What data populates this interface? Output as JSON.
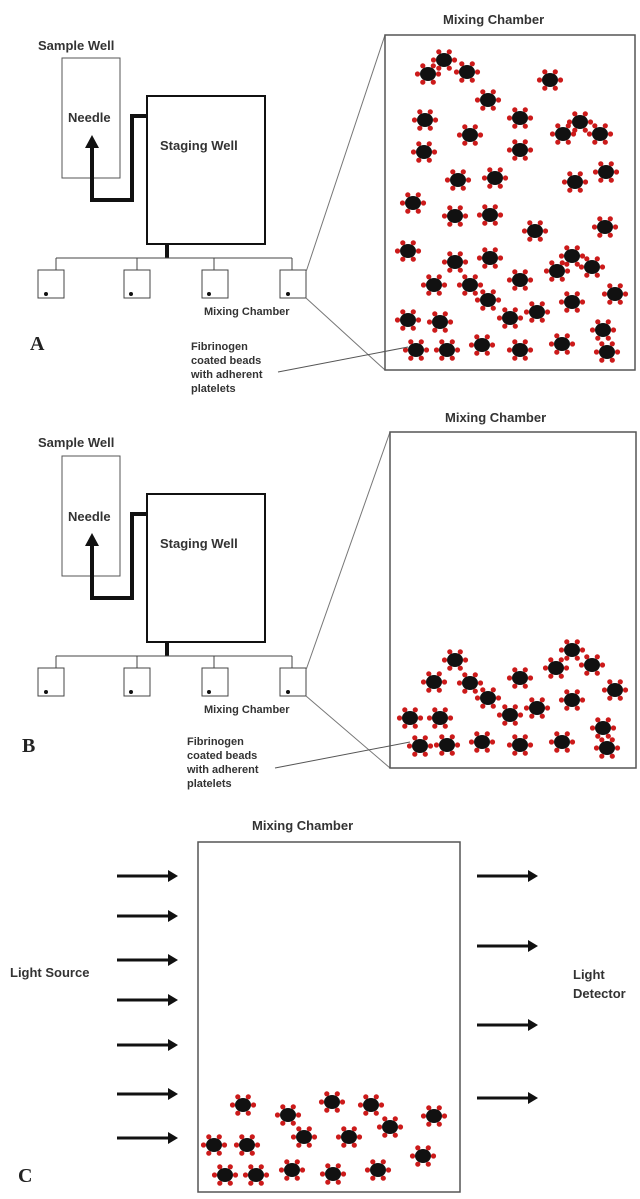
{
  "panels": [
    {
      "letter": "A",
      "sample_well": "Sample Well",
      "needle": "Needle",
      "staging_well": "Staging Well",
      "mixing_chamber_small": "Mixing Chamber",
      "mixing_chamber_title": "Mixing Chamber",
      "fibrinogen_lines": [
        "Fibrinogen",
        "coated beads",
        "with adherent",
        "platelets"
      ]
    },
    {
      "letter": "B",
      "sample_well": "Sample Well",
      "needle": "Needle",
      "staging_well": "Staging Well",
      "mixing_chamber_small": "Mixing Chamber",
      "mixing_chamber_title": "Mixing Chamber",
      "fibrinogen_lines": [
        "Fibrinogen",
        "coated beads",
        "with adherent",
        "platelets"
      ]
    },
    {
      "letter": "C",
      "mixing_chamber_title": "Mixing Chamber",
      "light_source": "Light Source",
      "light_detector_lines": [
        "Light",
        "Detector"
      ]
    }
  ],
  "colors": {
    "bead": "#111111",
    "platelet": "#cc1a1a",
    "line": "#222222"
  }
}
